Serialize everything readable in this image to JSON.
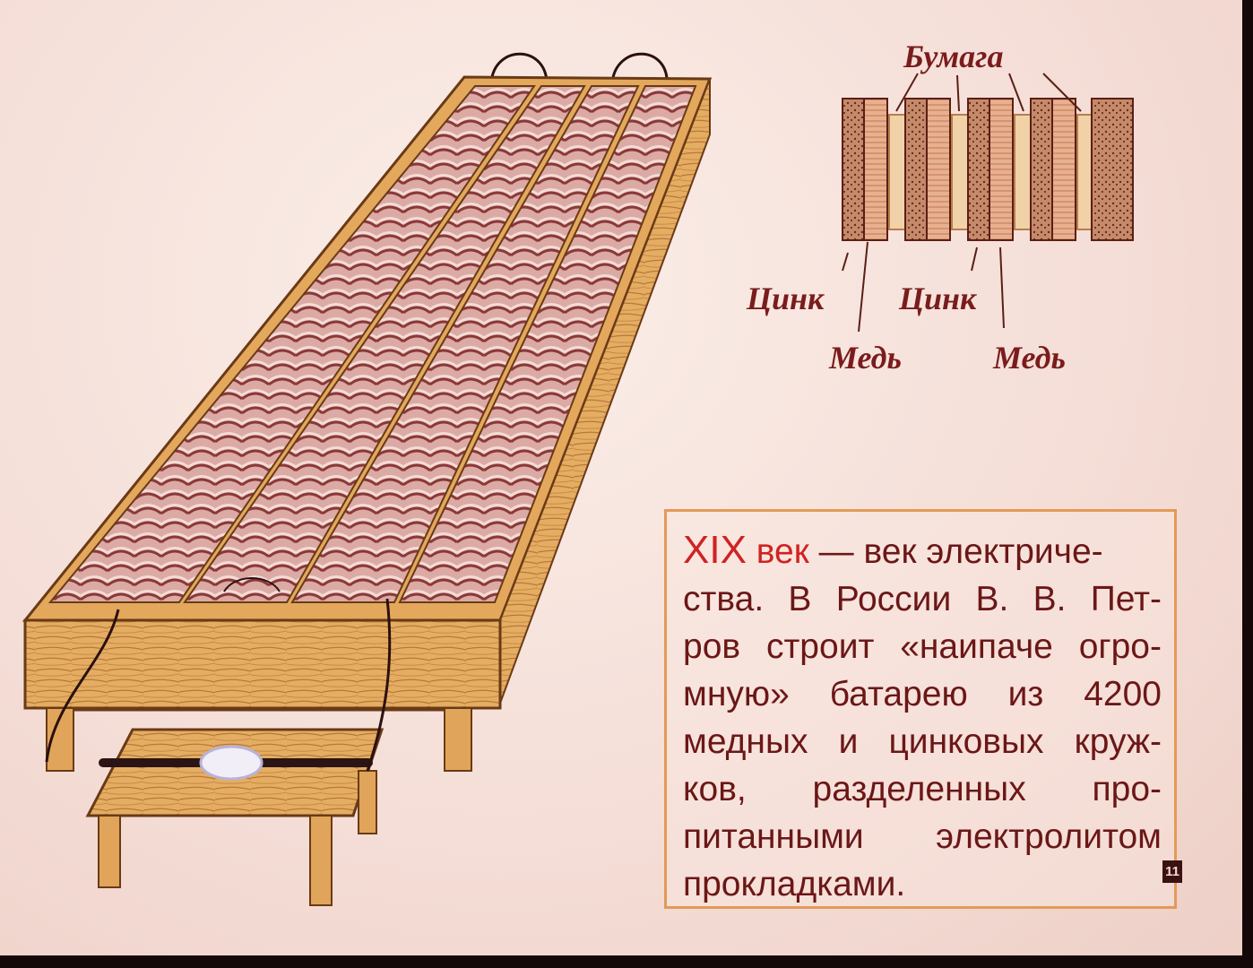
{
  "diagram": {
    "paper_label": "Бумага",
    "zinc_label_1": "Цинк",
    "zinc_label_2": "Цинк",
    "copper_label_1": "Медь",
    "copper_label_2": "Медь"
  },
  "caption": {
    "lines": [
      {
        "a": "XIX",
        "b": " век",
        "c": " — век   электриче-"
      },
      {
        "text": "ства.  В  России  В. В. Пет-"
      },
      {
        "text": "ров строит «наипаче огро-"
      },
      {
        "text": "мную»  батарею  из   4200"
      },
      {
        "text": "медных и цинковых круж-"
      },
      {
        "text": "ков,   разделенных   про-"
      },
      {
        "text": "питанными  электролитом"
      },
      {
        "text": "прокладками."
      }
    ]
  },
  "page_number": "11",
  "colors": {
    "background": "#f6e3dd",
    "wood": "#e3a85c",
    "text": "#6b1717",
    "accent": "#cf2323",
    "border": "#e39a58"
  }
}
